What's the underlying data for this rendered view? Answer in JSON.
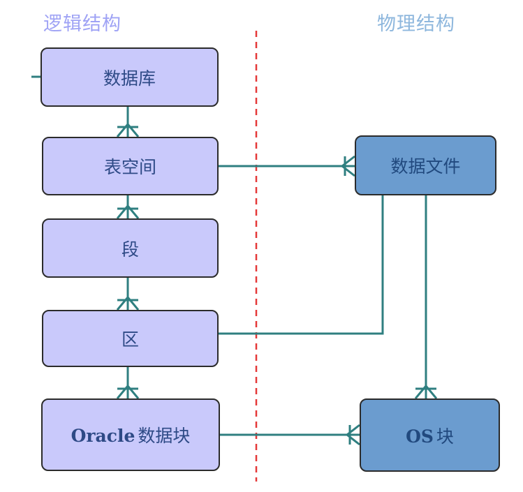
{
  "headings": {
    "logical": "逻辑结构",
    "physical": "物理结构"
  },
  "logical_structure": {
    "database": "数据库",
    "tablespace": "表空间",
    "segment": "段",
    "extent": "区",
    "block_prefix": "Oracle",
    "block_suffix": "数据块"
  },
  "physical_structure": {
    "datafile": "数据文件",
    "os_block_prefix": "OS",
    "os_block_suffix": "块"
  },
  "colors": {
    "logical_box": "#c9c9fb",
    "physical_box": "#6b9ccf",
    "connector": "#2f7f80",
    "divider": "#e53939",
    "logical_heading": "#9fa3f5",
    "physical_heading": "#8eb7dd"
  }
}
